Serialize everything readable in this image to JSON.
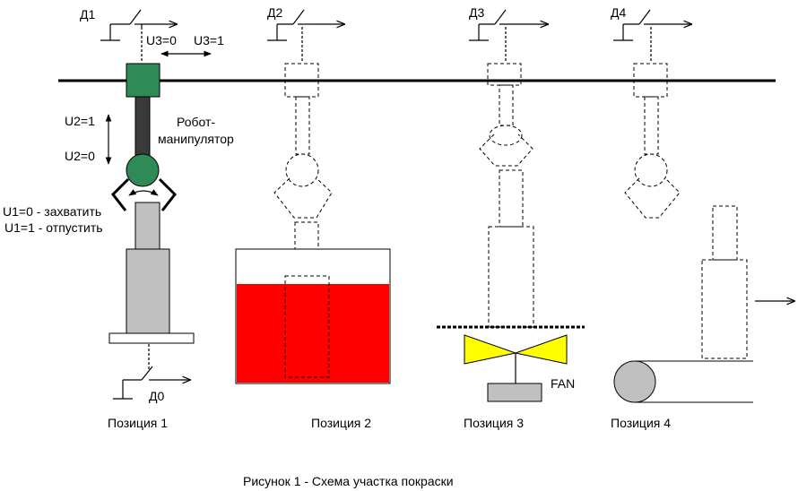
{
  "sensors": {
    "d1": "Д1",
    "d2": "Д2",
    "d3": "Д3",
    "d4": "Д4",
    "d0": "Д0"
  },
  "labels": {
    "u3_0": "U3=0",
    "u3_1": "U3=1",
    "u2_1": "U2=1",
    "u2_0": "U2=0",
    "robot_line1": "Робот-",
    "robot_line2": "манипулятор",
    "u1_0": "U1=0  - захватить",
    "u1_1": "U1=1 - отпустить",
    "fan": "FAN"
  },
  "positions": {
    "p1": "Позиция 1",
    "p2": "Позиция 2",
    "p3": "Позиция 3",
    "p4": "Позиция 4"
  },
  "caption": "Рисунок 1 - Схема участка покраски",
  "colors": {
    "robot_green": "#2e8b57",
    "arm_dark": "#3a3a3a",
    "part_gray": "#c0c0c0",
    "paint_red": "#ff0000",
    "fan_yellow": "#ffff00",
    "line": "#000000"
  }
}
